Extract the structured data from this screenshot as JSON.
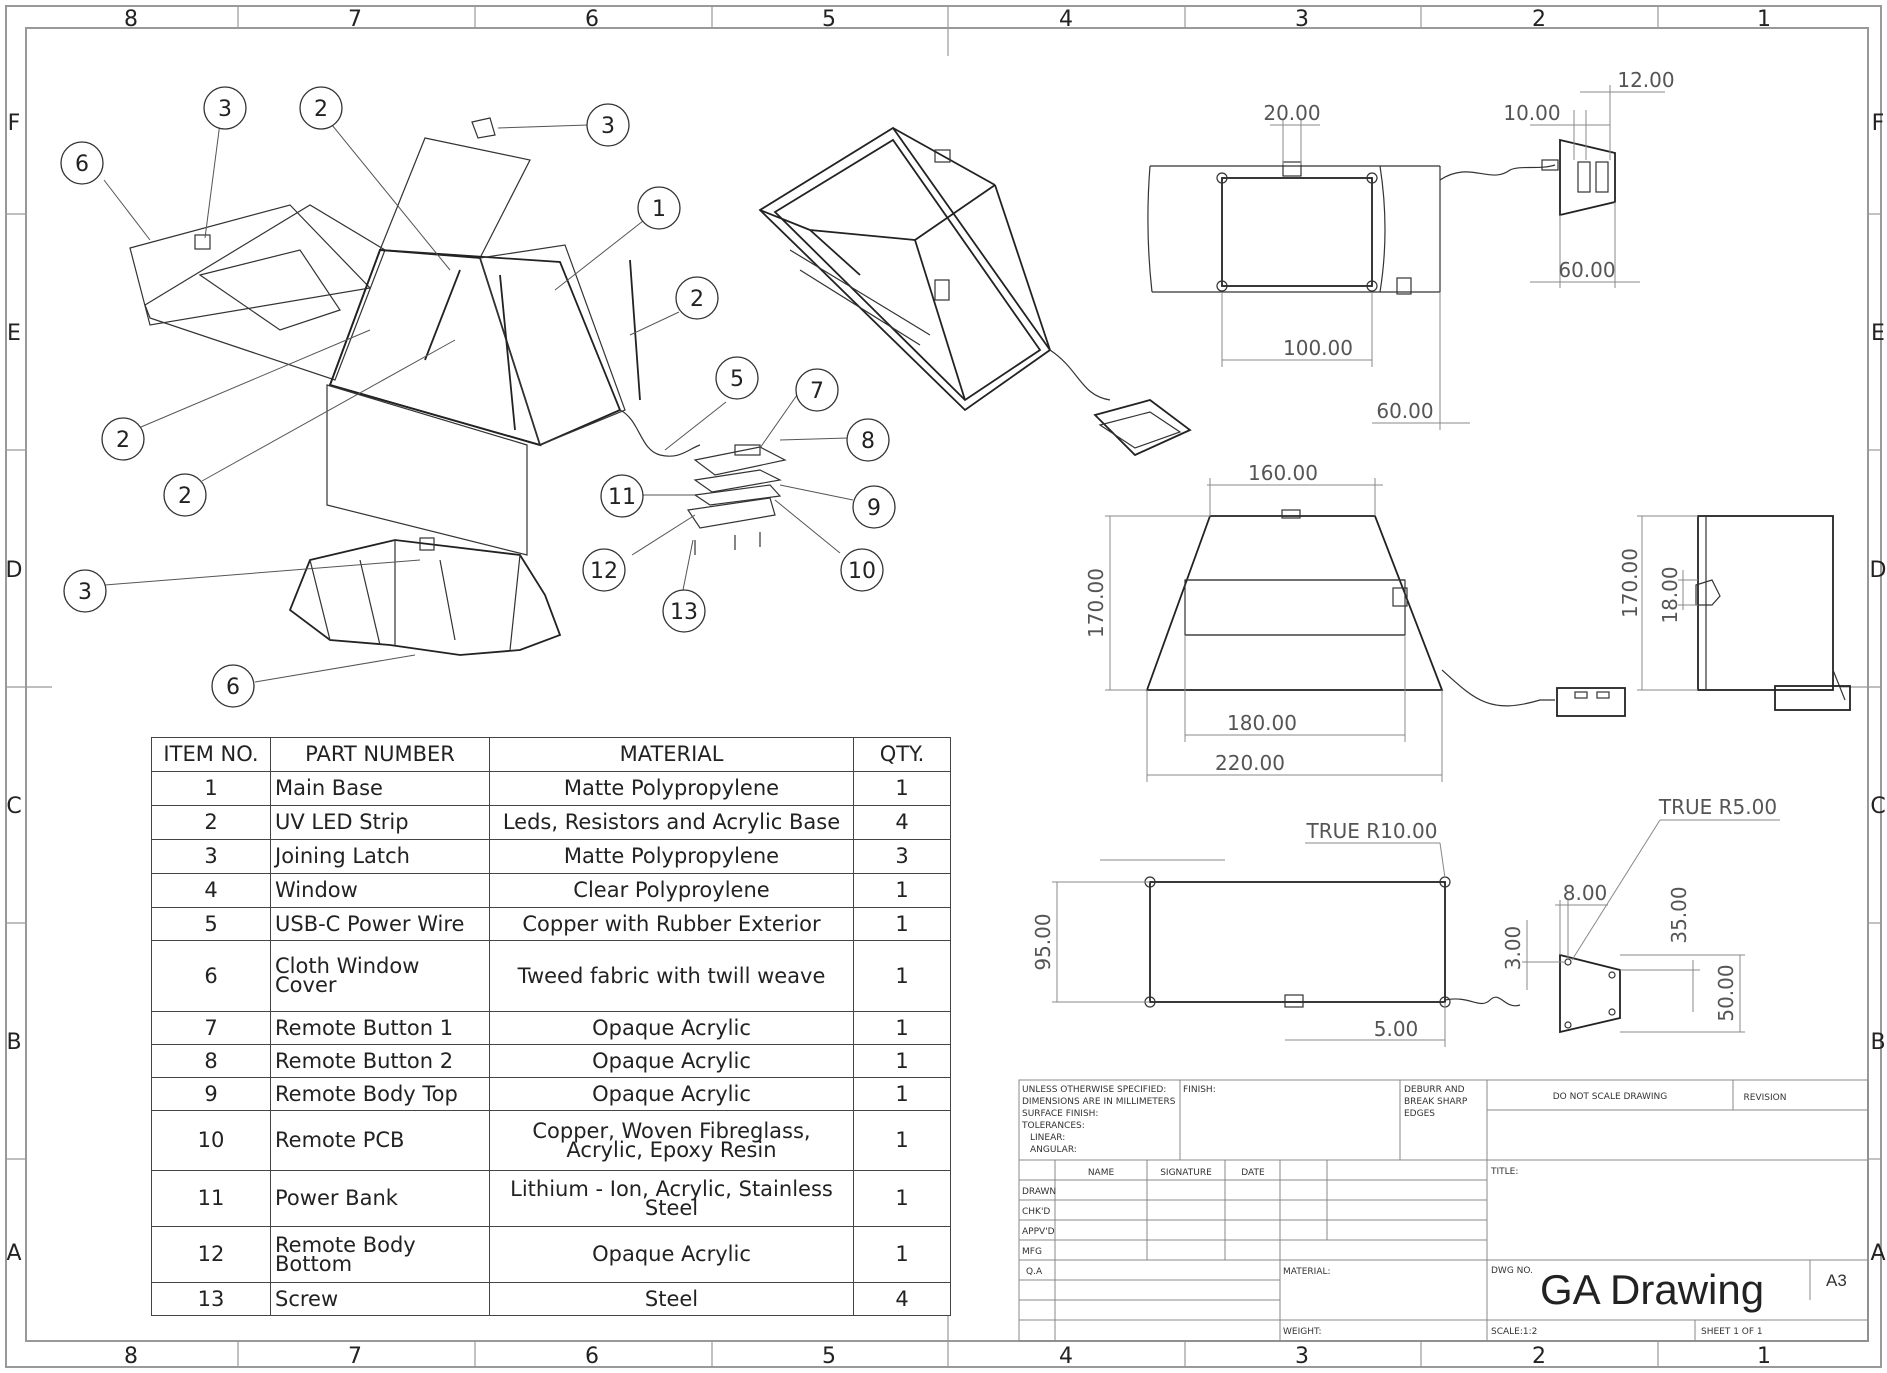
{
  "zones": {
    "columns": [
      "8",
      "7",
      "6",
      "5",
      "4",
      "3",
      "2",
      "1"
    ],
    "rows": [
      "F",
      "E",
      "D",
      "C",
      "B",
      "A"
    ]
  },
  "balloons": [
    "1",
    "2",
    "3",
    "5",
    "6",
    "7",
    "8",
    "9",
    "10",
    "11",
    "12",
    "13"
  ],
  "dimensions": {
    "top_view": [
      "20.00",
      "10.00",
      "12.00",
      "60.00",
      "100.00",
      "60.00"
    ],
    "front_view": [
      "160.00",
      "170.00",
      "180.00",
      "220.00"
    ],
    "side_view": [
      "170.00",
      "18.00"
    ],
    "bottom_view": [
      "TRUE R10.00",
      "TRUE R5.00",
      "95.00",
      "8.00",
      "3.00",
      "35.00",
      "50.00",
      "5.00"
    ]
  },
  "bom": {
    "headers": [
      "ITEM NO.",
      "PART NUMBER",
      "MATERIAL",
      "QTY."
    ],
    "rows": [
      {
        "item": "1",
        "part": "Main Base",
        "material": "Matte Polypropylene",
        "qty": "1"
      },
      {
        "item": "2",
        "part": "UV LED Strip",
        "material": "Leds, Resistors and Acrylic Base",
        "qty": "4"
      },
      {
        "item": "3",
        "part": "Joining Latch",
        "material": "Matte Polypropylene",
        "qty": "3"
      },
      {
        "item": "4",
        "part": "Window",
        "material": "Clear Polyproylene",
        "qty": "1"
      },
      {
        "item": "5",
        "part": "USB-C Power Wire",
        "material": "Copper with Rubber Exterior",
        "qty": "1"
      },
      {
        "item": "6",
        "part": "Cloth Window Cover",
        "material": "Tweed fabric with twill weave",
        "qty": "1"
      },
      {
        "item": "7",
        "part": "Remote Button 1",
        "material": "Opaque Acrylic",
        "qty": "1"
      },
      {
        "item": "8",
        "part": "Remote Button 2",
        "material": "Opaque Acrylic",
        "qty": "1"
      },
      {
        "item": "9",
        "part": "Remote Body Top",
        "material": "Opaque Acrylic",
        "qty": "1"
      },
      {
        "item": "10",
        "part": "Remote PCB",
        "material": "Copper, Woven Fibreglass, Acrylic, Epoxy Resin",
        "qty": "1"
      },
      {
        "item": "11",
        "part": "Power Bank",
        "material": "Lithium - Ion, Acrylic, Stainless Steel",
        "qty": "1"
      },
      {
        "item": "12",
        "part": "Remote Body Bottom",
        "material": "Opaque Acrylic",
        "qty": "1"
      },
      {
        "item": "13",
        "part": "Screw",
        "material": "Steel",
        "qty": "4"
      }
    ]
  },
  "title_block": {
    "notes": [
      "UNLESS OTHERWISE SPECIFIED:",
      "DIMENSIONS ARE IN MILLIMETERS",
      "SURFACE FINISH:",
      "TOLERANCES:",
      "LINEAR:",
      "ANGULAR:"
    ],
    "finish": "FINISH:",
    "deburr": [
      "DEBURR AND",
      "BREAK SHARP",
      "EDGES"
    ],
    "do_not_scale": "DO NOT SCALE DRAWING",
    "revision": "REVISION",
    "col_name": "NAME",
    "col_signature": "SIGNATURE",
    "col_date": "DATE",
    "rows": [
      "DRAWN",
      "CHK'D",
      "APPV'D",
      "MFG",
      "Q.A"
    ],
    "title_label": "TITLE:",
    "material_label": "MATERIAL:",
    "weight_label": "WEIGHT:",
    "dwg_no_label": "DWG NO.",
    "dwg_title": "GA Drawing",
    "sheet_size": "A3",
    "scale": "SCALE:1:2",
    "sheet": "SHEET 1 OF 1"
  }
}
